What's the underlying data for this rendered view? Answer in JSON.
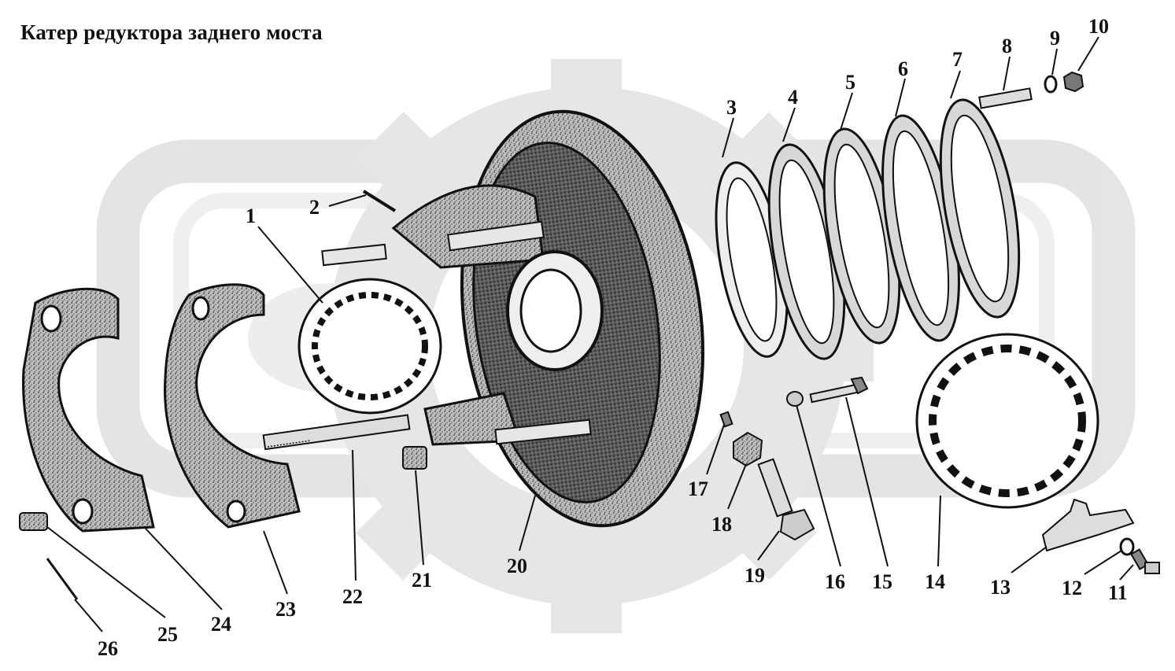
{
  "title": "Катер редуктора заднего моста",
  "callouts": [
    "1",
    "2",
    "3",
    "4",
    "5",
    "6",
    "7",
    "8",
    "9",
    "10",
    "11",
    "12",
    "13",
    "14",
    "15",
    "16",
    "17",
    "18",
    "19",
    "20",
    "21",
    "22",
    "23",
    "24",
    "25",
    "26"
  ]
}
